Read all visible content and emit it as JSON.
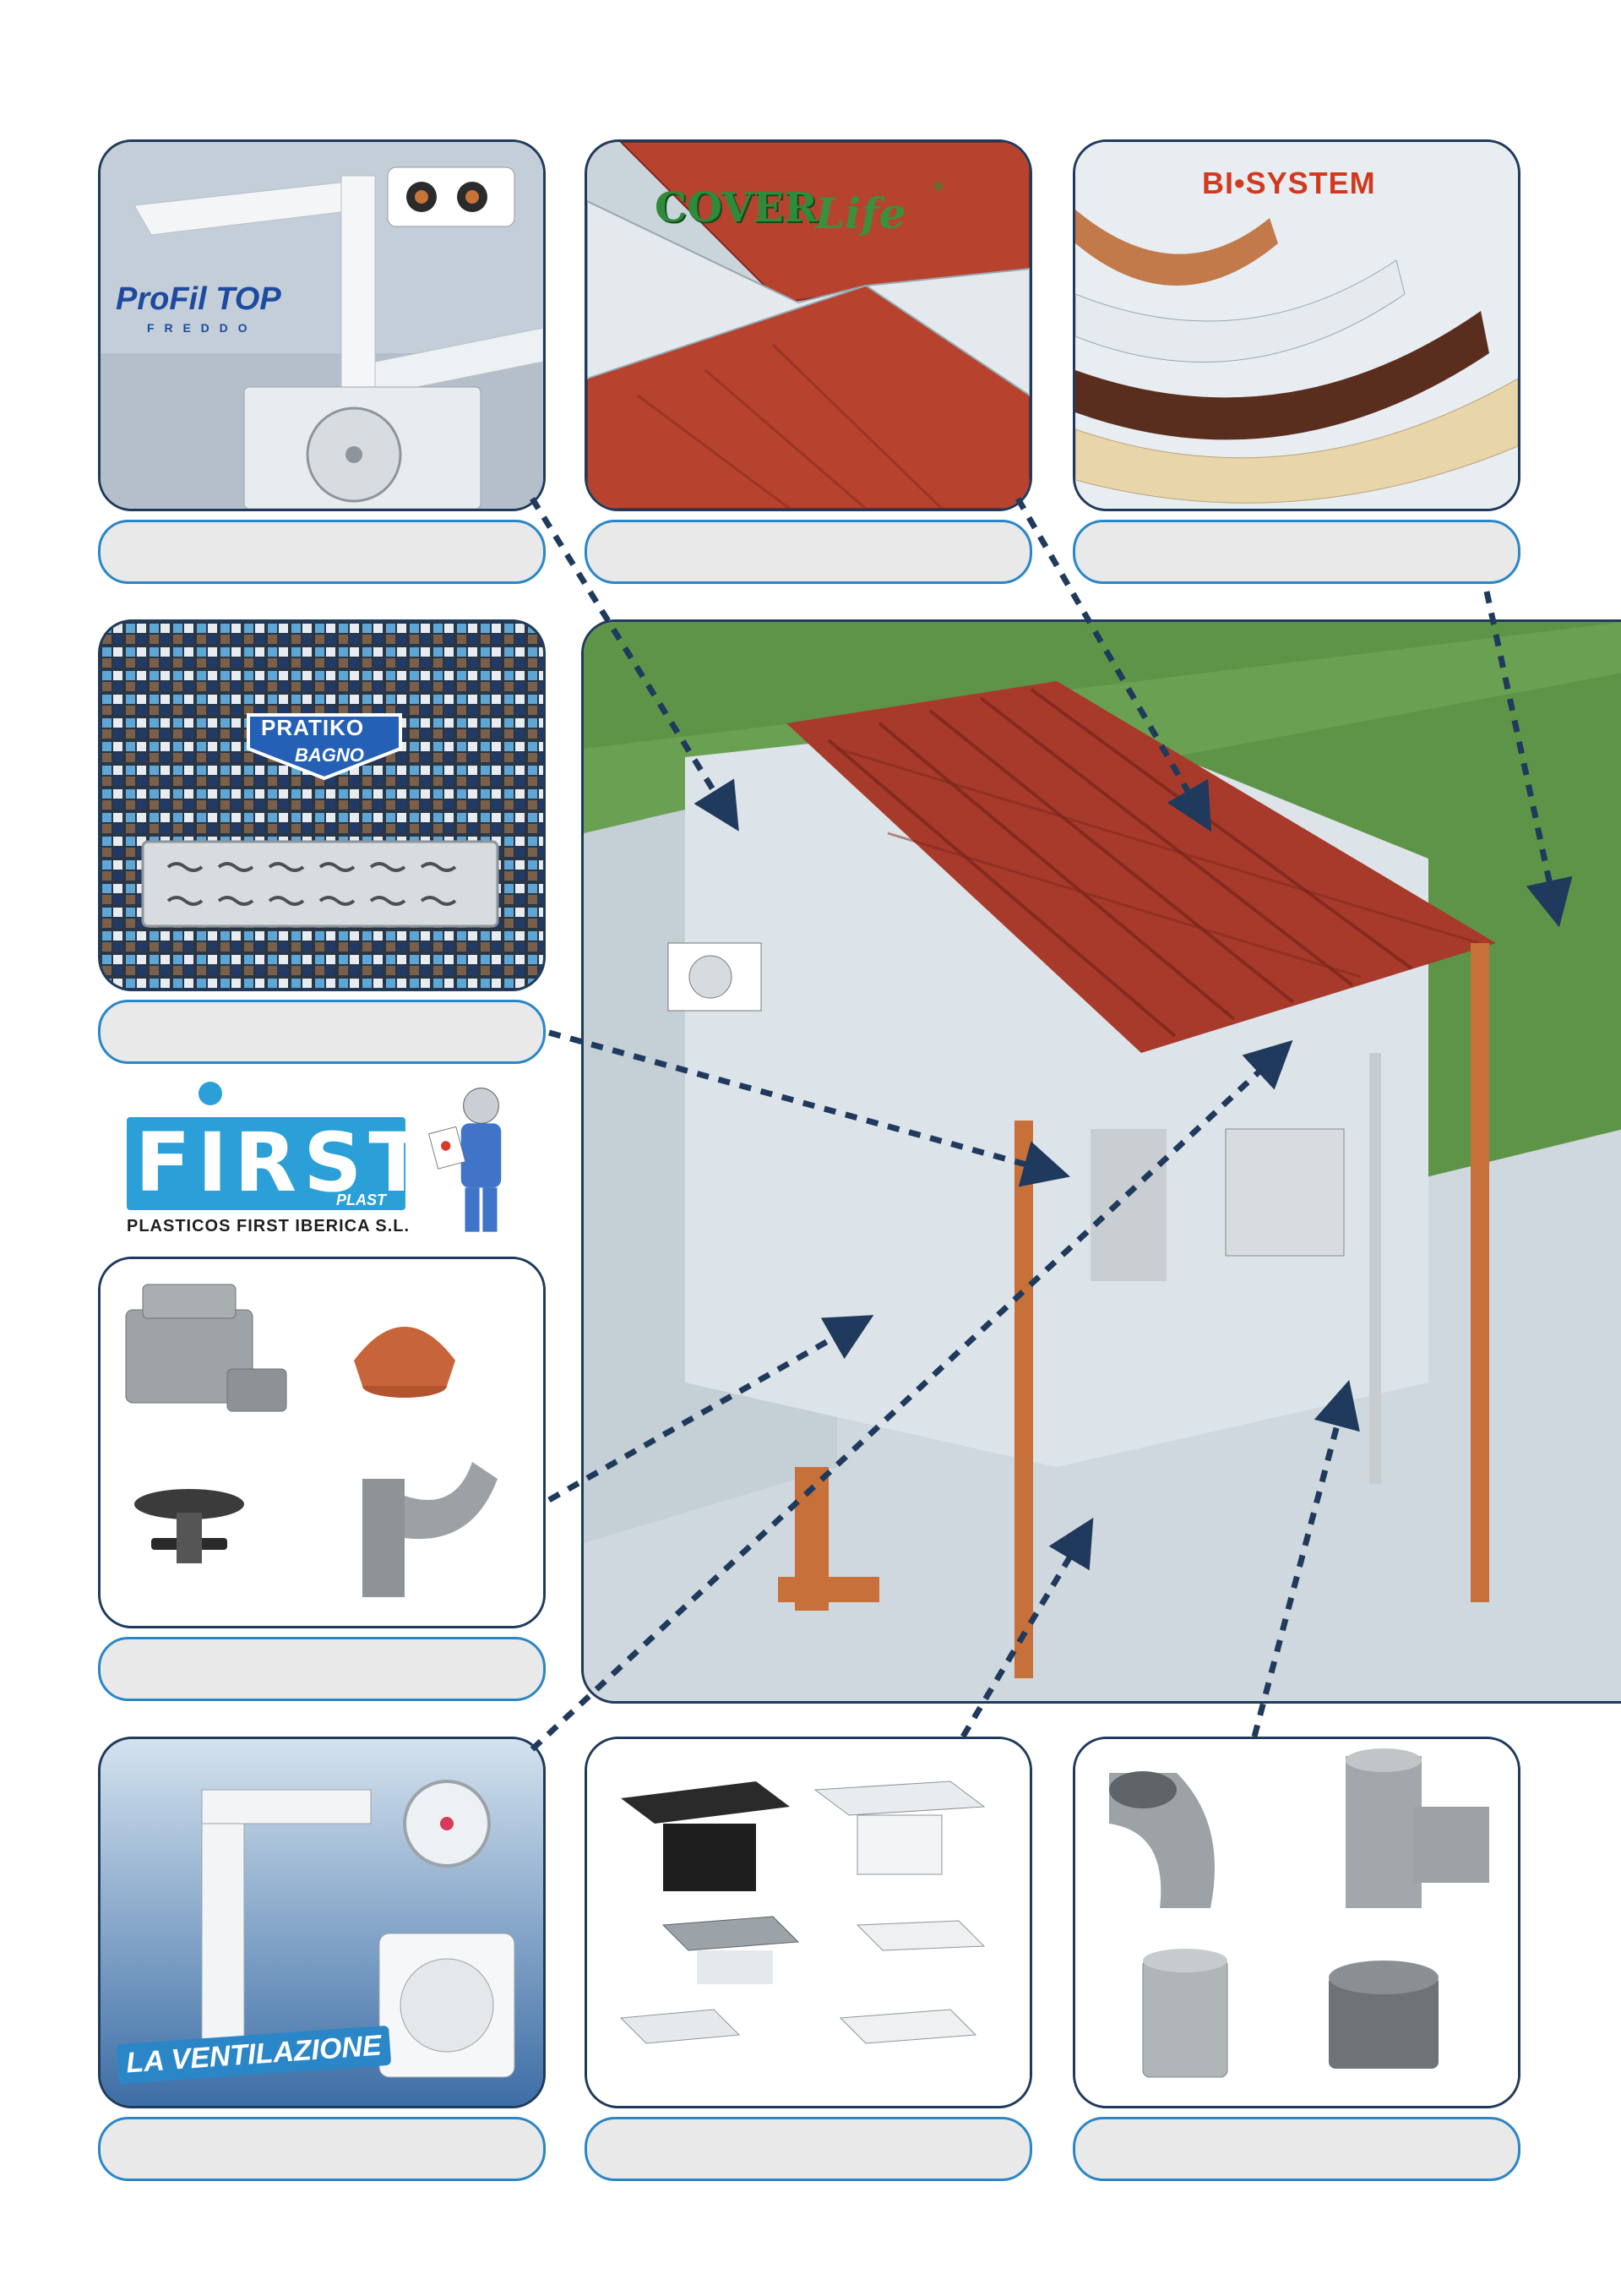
{
  "panels": {
    "profil_top": {
      "logo": "ProFil TOP",
      "sub": "F R E D D O"
    },
    "coverlife": {
      "logo": "COVER",
      "logo2": "Life",
      "reg": "®"
    },
    "bisystem": {
      "logo": "BI•SYSTEM"
    },
    "pratiko": {
      "logo": "PRATIKO",
      "sub": "BAGNO"
    },
    "ventilazione": {
      "logo": "LA VENTILAZIONE"
    }
  },
  "brand": {
    "name": "FIRST",
    "sub": "PLAST",
    "company": "PLASTICOS FIRST IBERICA S.L."
  },
  "colors": {
    "navy": "#1f3a5c",
    "pill_border": "#2a86c7",
    "pill_fill": "#e9e9ea",
    "roof": "#a83a2c",
    "pipe": "#c8703a",
    "grass": "#4e8a3c"
  }
}
